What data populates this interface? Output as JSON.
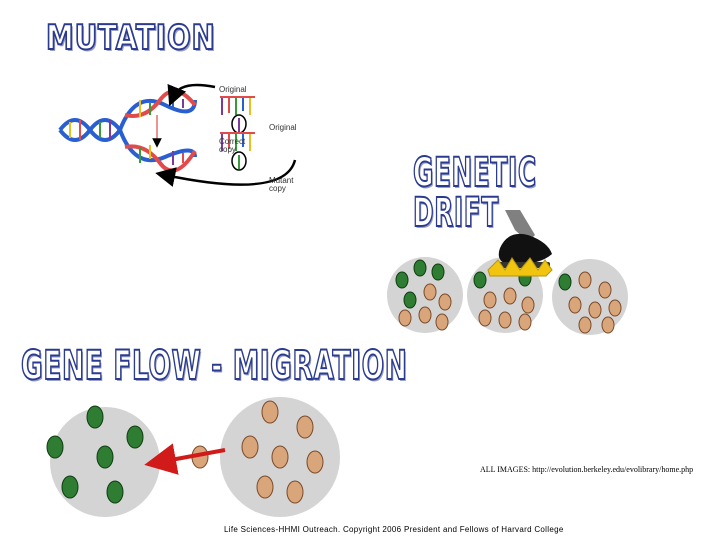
{
  "titles": {
    "mutation": "MUTATION",
    "genetic_drift": "GENETIC DRIFT",
    "gene_flow": "GENE FLOW - MIGRATION"
  },
  "mutation_diagram": {
    "original_top": "Original",
    "correct_copy_line1": "Correct",
    "correct_copy_line2": "copy",
    "original_bottom": "Original",
    "mutant_copy_line1": "Mutant",
    "mutant_copy_line2": "copy"
  },
  "credit": "ALL IMAGES: http://evolution.berkeley.edu/evolibrary/home.php",
  "footer": "Life Sciences-HHMI Outreach. Copyright 2006 President and Fellows of Harvard College",
  "colors": {
    "title_fill": "#ffffff",
    "title_outline": "#2b3b8f",
    "dna_blue": "#2a5fd1",
    "dna_red": "#e24b4b",
    "green_bug": "#2e7d32",
    "brown_bug": "#d9a57a",
    "circle_gray": "#d4d4d4",
    "arrow_red": "#d11a1a"
  }
}
